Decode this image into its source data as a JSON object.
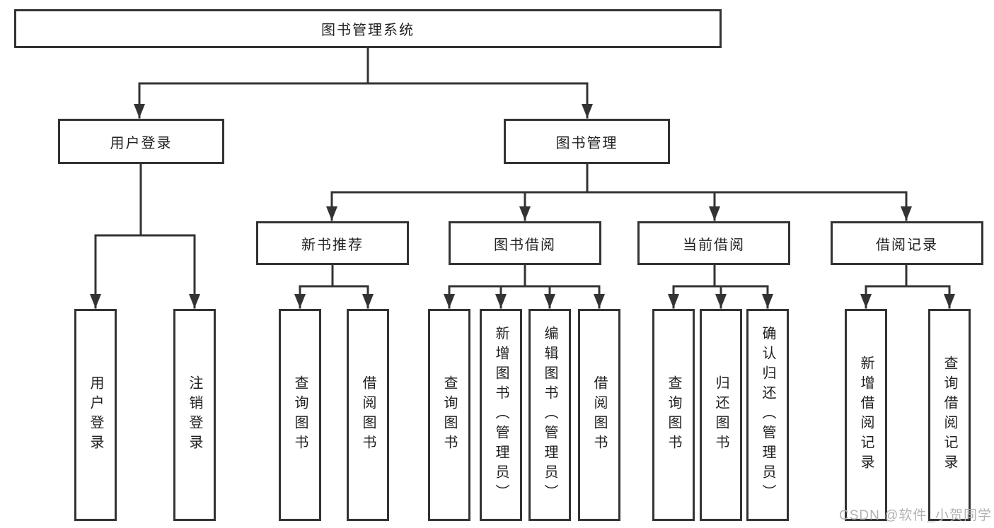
{
  "tree": {
    "root": "图书管理系统",
    "children": [
      {
        "label": "用户登录",
        "children": [
          "用户登录",
          "注销登录"
        ]
      },
      {
        "label": "图书管理",
        "children": [
          {
            "label": "新书推荐",
            "children": [
              "查询图书",
              "借阅图书"
            ]
          },
          {
            "label": "图书借阅",
            "children": [
              "查询图书",
              "新增图书（管理员）",
              "编辑图书（管理员）",
              "借阅图书"
            ]
          },
          {
            "label": "当前借阅",
            "children": [
              "查询图书",
              "归还图书",
              "确认归还（管理员）"
            ]
          },
          {
            "label": "借阅记录",
            "children": [
              "新增借阅记录",
              "查询借阅记录"
            ]
          }
        ]
      }
    ]
  },
  "watermark": {
    "text": "CSDN @软件_小贺同学"
  },
  "colors": {
    "line": "#333333",
    "box_border": "#333333",
    "text": "#222222",
    "watermark": "#b3b3b3",
    "background": "#ffffff"
  }
}
